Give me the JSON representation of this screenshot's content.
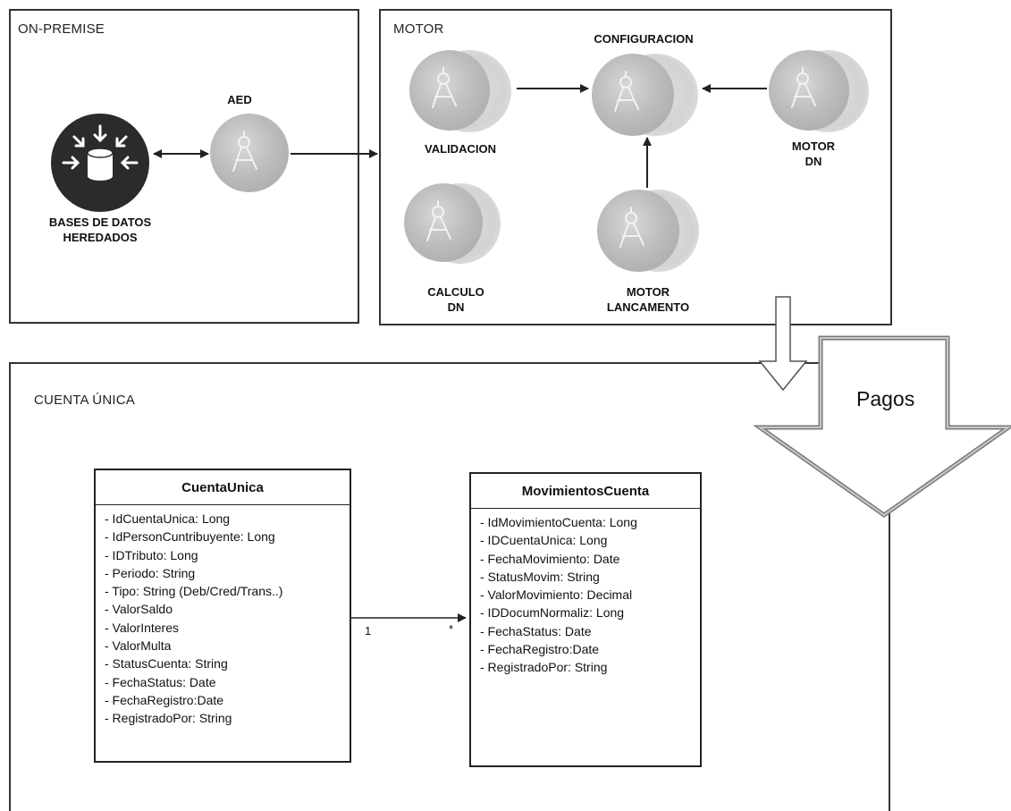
{
  "on_premise": {
    "title": "ON-PREMISE",
    "db_label_line1": "BASES DE DATOS",
    "db_label_line2": "HEREDADOS",
    "aed_label": "AED"
  },
  "motor": {
    "title": "MOTOR",
    "configuracion_label": "CONFIGURACION",
    "validacion_label": "VALIDACION",
    "motor_dn_line1": "MOTOR",
    "motor_dn_line2": "DN",
    "calculo_line1": "CALCULO",
    "calculo_line2": "DN",
    "lancamento_line1": "MOTOR",
    "lancamento_line2": "LANCAMENTO"
  },
  "cuenta_unica": {
    "title": "CUENTA ÚNICA",
    "pagos_label": "Pagos",
    "classes": [
      {
        "name": "CuentaUnica",
        "attributes": [
          "- IdCuentaUnica: Long",
          "- IdPersonCuntribuyente: Long",
          "- IDTributo: Long",
          "- Periodo: String",
          "- Tipo: String (Deb/Cred/Trans..)",
          "- ValorSaldo",
          "- ValorInteres",
          "- ValorMulta",
          "- StatusCuenta: String",
          "- FechaStatus: Date",
          "- FechaRegistro:Date",
          "- RegistradoPor: String"
        ]
      },
      {
        "name": "MovimientosCuenta",
        "attributes": [
          "- IdMovimientoCuenta: Long",
          "- IDCuentaUnica: Long",
          "- FechaMovimiento: Date",
          "- StatusMovim: String",
          "- ValorMovimiento: Decimal",
          "- IDDocumNormaliz: Long",
          "- FechaStatus: Date",
          "- FechaRegistro:Date",
          "- RegistradoPor: String"
        ]
      }
    ],
    "association": {
      "source_multiplicity": "1",
      "target_multiplicity": "*"
    }
  },
  "icons": {
    "node": "compass-gear-icon",
    "database": "database-inbound-icon"
  },
  "colors": {
    "frame_border": "#333333",
    "node_fill": "#b5b5b5",
    "db_fill": "#2b2b2b",
    "arrow_fill": "#ffffff"
  }
}
